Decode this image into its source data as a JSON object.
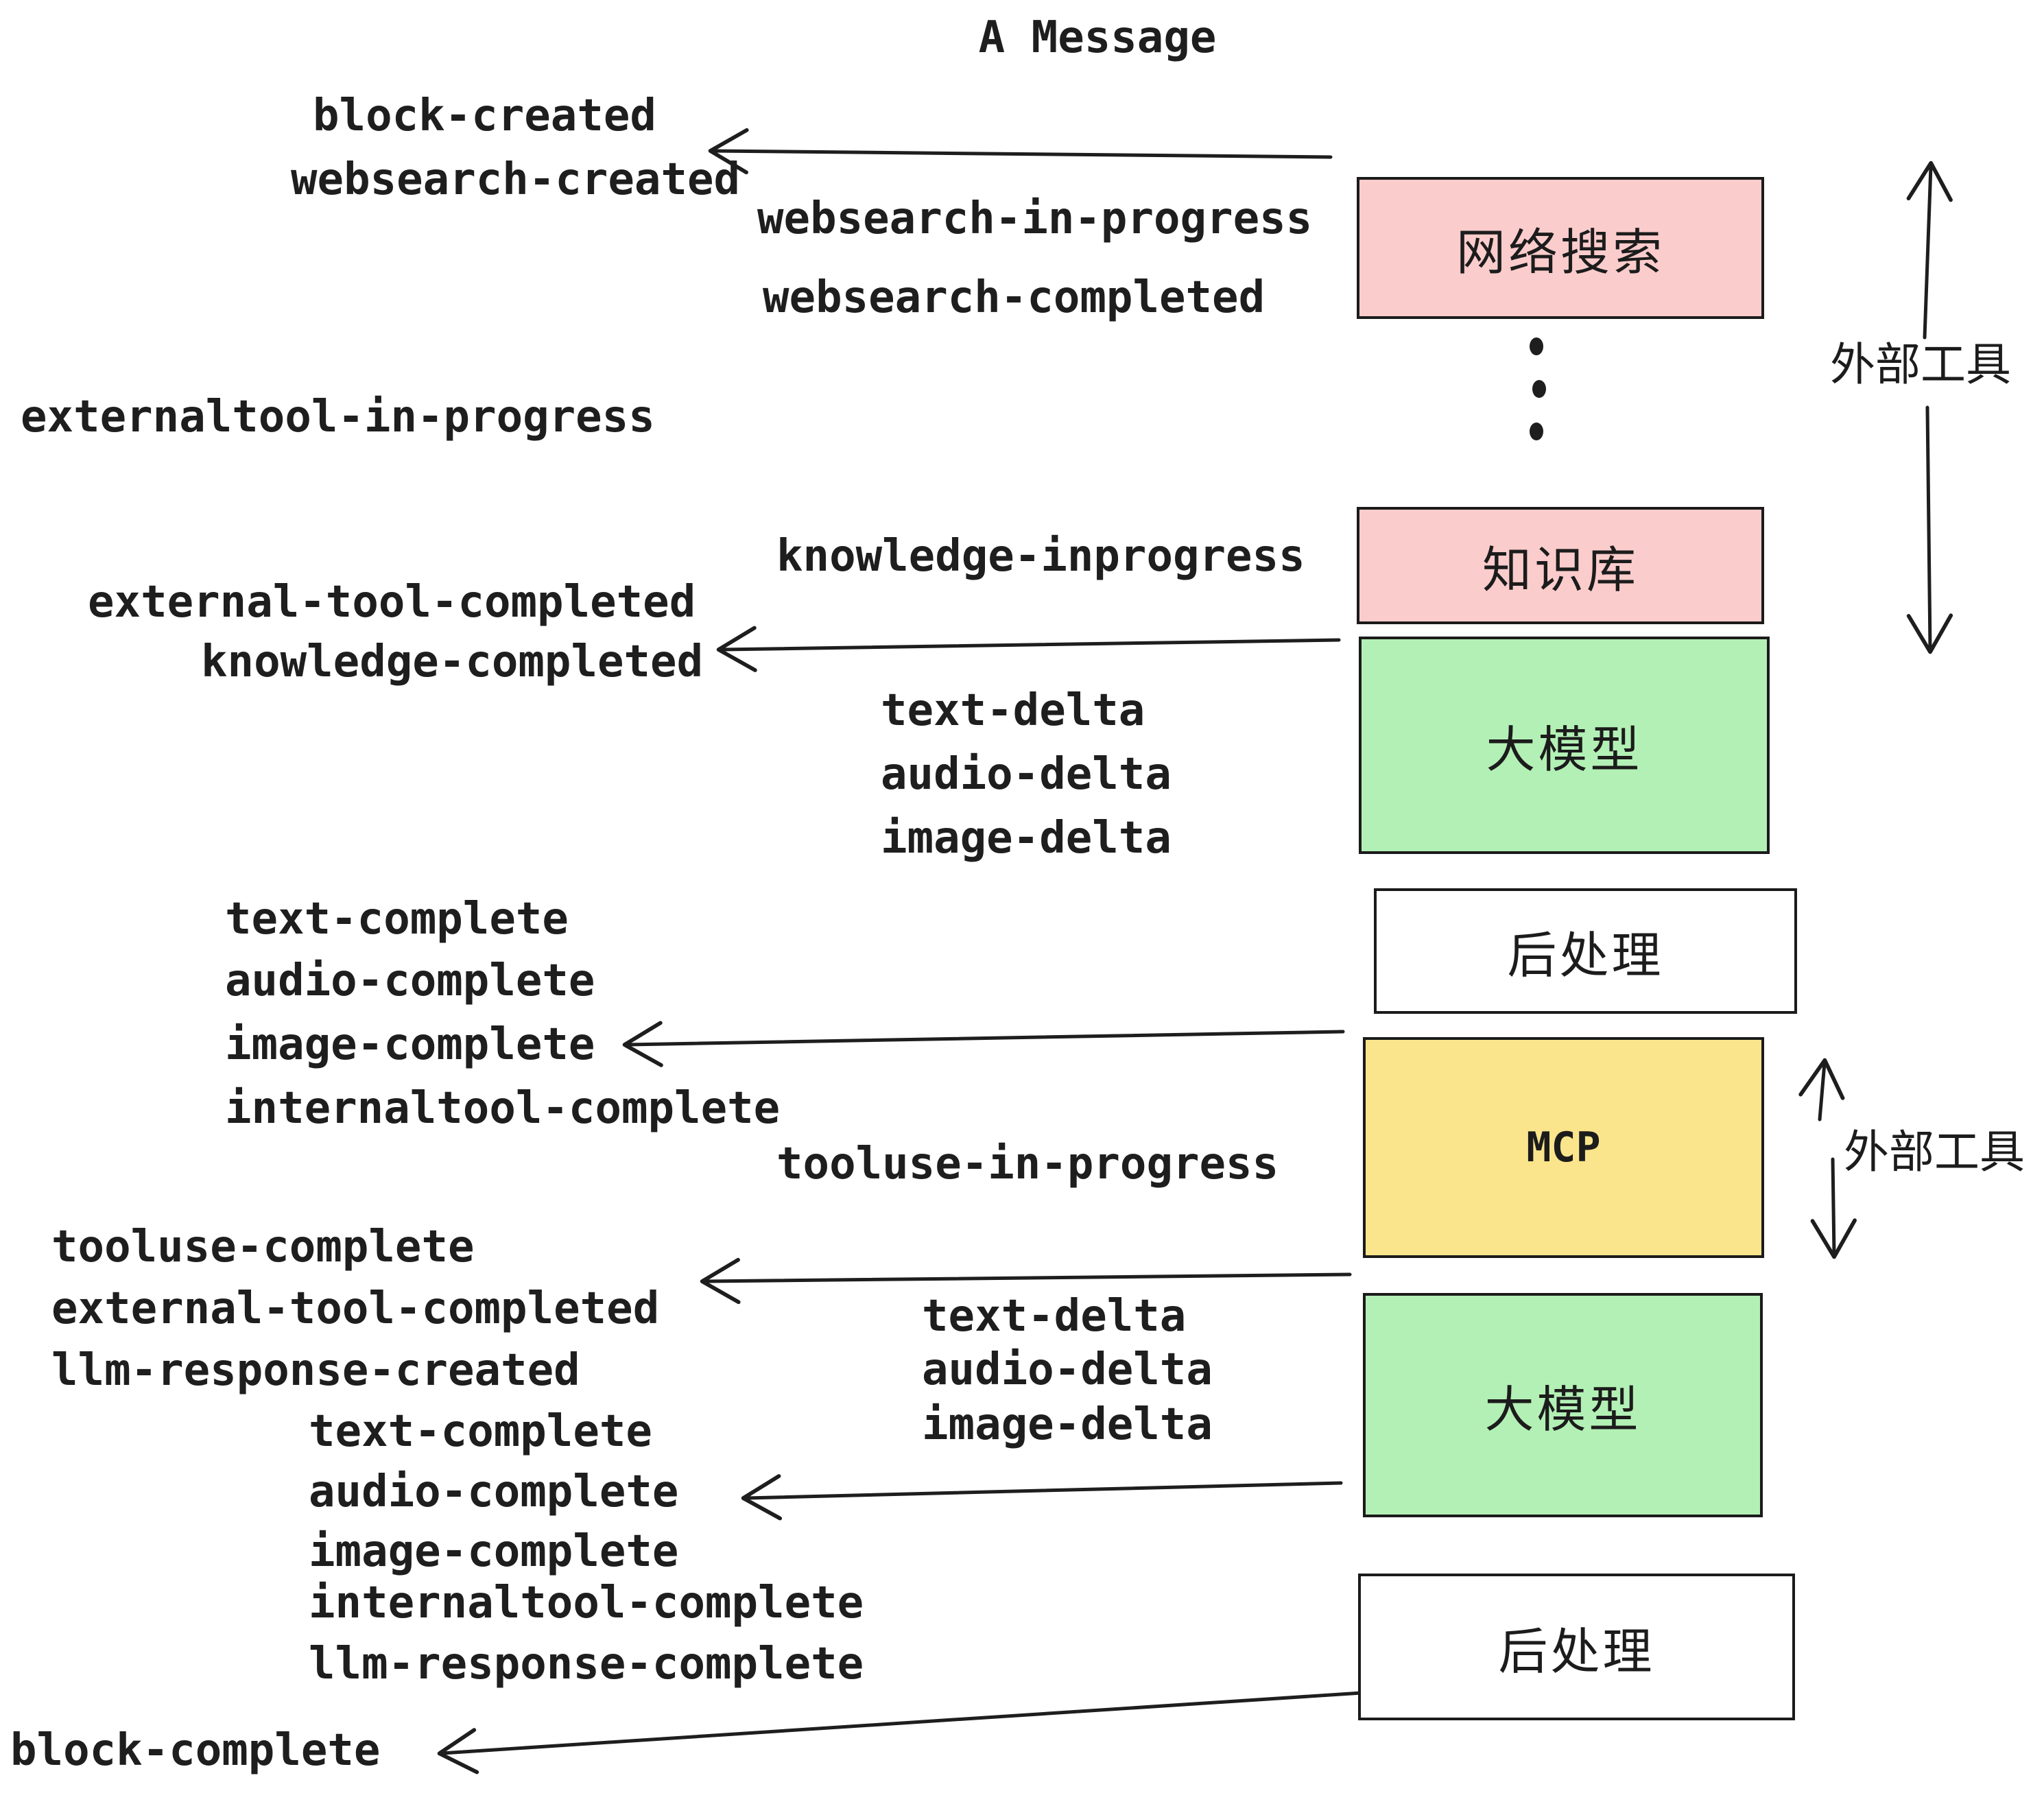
{
  "title": "A Message",
  "colors": {
    "background": "#ffffff",
    "stroke": "#1b1b1b",
    "box_pink": "#fbcccc",
    "box_green": "#b3f0b5",
    "box_yellow": "#fae58c",
    "box_white": "#ffffff"
  },
  "boxes": {
    "websearch": {
      "label": "网络搜索"
    },
    "knowledge": {
      "label": "知识库"
    },
    "llm1": {
      "label": "大模型"
    },
    "post1": {
      "label": "后处理"
    },
    "mcp": {
      "label": "MCP"
    },
    "llm2": {
      "label": "大模型"
    },
    "post2": {
      "label": "后处理"
    }
  },
  "side_labels": {
    "external_tool_top": "外部工具",
    "external_tool_bottom": "外部工具"
  },
  "events": {
    "block_created": "block-created",
    "websearch_created": "websearch-created",
    "websearch_in_progress": "websearch-in-progress",
    "websearch_completed": "websearch-completed",
    "externaltool_in_progress": "externaltool-in-progress",
    "knowledge_inprogress": "knowledge-inprogress",
    "external_tool_completed_1": "external-tool-completed",
    "knowledge_completed": "knowledge-completed",
    "text_delta_1": "text-delta",
    "audio_delta_1": "audio-delta",
    "image_delta_1": "image-delta",
    "text_complete_1": "text-complete",
    "audio_complete_1": "audio-complete",
    "image_complete_1": "image-complete",
    "internaltool_complete_1": "internaltool-complete",
    "tooluse_in_progress": "tooluse-in-progress",
    "tooluse_complete": "tooluse-complete",
    "external_tool_completed_2": "external-tool-completed",
    "llm_response_created": "llm-response-created",
    "text_complete_2": "text-complete",
    "audio_complete_2": "audio-complete",
    "image_complete_2": "image-complete",
    "internaltool_complete_2": "internaltool-complete",
    "llm_response_complete": "llm-response-complete",
    "block_complete": "block-complete",
    "text_delta_2": "text-delta",
    "audio_delta_2": "audio-delta",
    "image_delta_2": "image-delta"
  }
}
